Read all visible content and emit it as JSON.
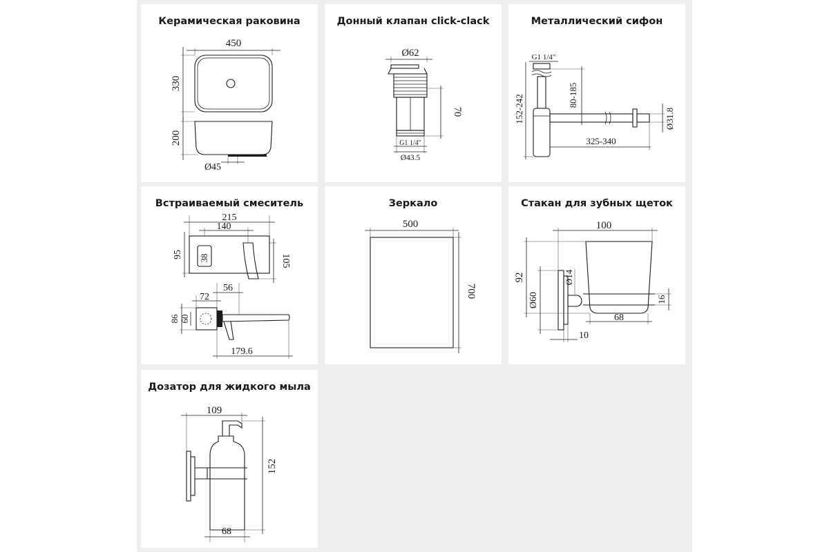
{
  "colors": {
    "line": "#1a1a1a",
    "sheet_background": "#eeeeee",
    "panel_background": "#ffffff"
  },
  "panels": {
    "sink": {
      "title": "Керамическая раковина",
      "dims": {
        "width": "450",
        "depth": "330",
        "height": "200",
        "drain": "Ø45"
      }
    },
    "valve": {
      "title": "Донный клапан click-clack",
      "dims": {
        "cap": "Ø62",
        "height": "70",
        "thread": "G1 1/4\"",
        "bottom": "Ø43.5"
      }
    },
    "siphon": {
      "title": "Металлический сифон",
      "dims": {
        "thread": "G1 1/4\"",
        "drop": "80-185",
        "height": "152-242",
        "length": "325-340",
        "pipe": "Ø31.8"
      }
    },
    "mixer": {
      "title": "Встраиваемый смеситель",
      "dims": {
        "plate_width": "215",
        "spout_offset": "140",
        "plate_height": "95",
        "handle": "38",
        "spout_height": "105",
        "depth": "56",
        "body": "72",
        "rough_outer": "86",
        "rough_inner": "60",
        "reach": "179.6"
      }
    },
    "mirror": {
      "title": "Зеркало",
      "dims": {
        "width": "500",
        "height": "700"
      }
    },
    "tumbler": {
      "title": "Стакан для зубных щеток",
      "dims": {
        "width": "100",
        "height": "92",
        "base": "Ø60",
        "arm": "Ø14",
        "cup_bottom": "68",
        "ring": "16",
        "flange": "10"
      }
    },
    "dispenser": {
      "title": "Дозатор для жидкого мыла",
      "dims": {
        "width": "109",
        "height": "152",
        "bottle": "68"
      }
    }
  }
}
